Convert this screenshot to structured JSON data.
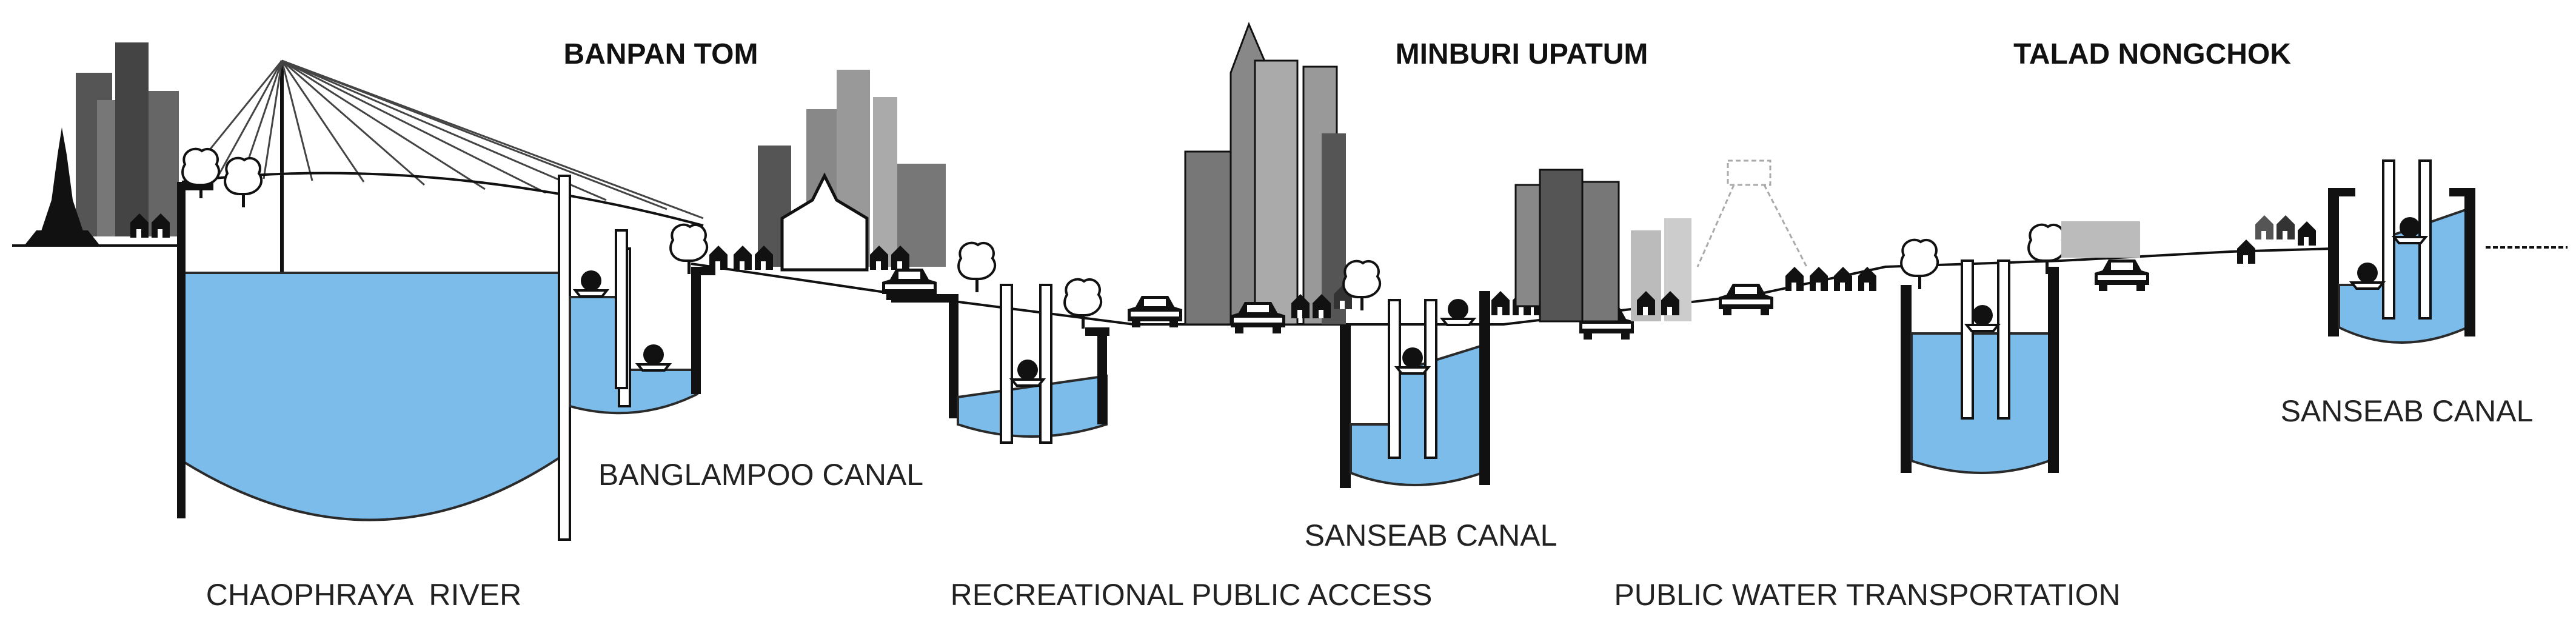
{
  "districts": {
    "banpan_tom": "BANPAN TOM",
    "minburi_upatum": "MINBURI UPATUM",
    "talad_nongchok": "TALAD NONGCHOK"
  },
  "labels": {
    "chaophraya_river": "CHAOPHRAYA  RIVER",
    "banglampoo_canal": "BANGLAMPOO CANAL",
    "sanseab_canal_mid": "SANSEAB CANAL",
    "sanseab_canal_right": "SANSEAB CANAL",
    "recreational_public_access": "RECREATIONAL PUBLIC ACCESS",
    "public_water_transportation": "PUBLIC WATER TRANSPORTATION"
  },
  "colors": {
    "water": "#7bbcea",
    "water_stroke": "#2a2a2a",
    "ground": "#111111",
    "building_dark": "#3a3a3a",
    "building_mid": "#6e6e6e",
    "building_light": "#a9a9a9"
  }
}
